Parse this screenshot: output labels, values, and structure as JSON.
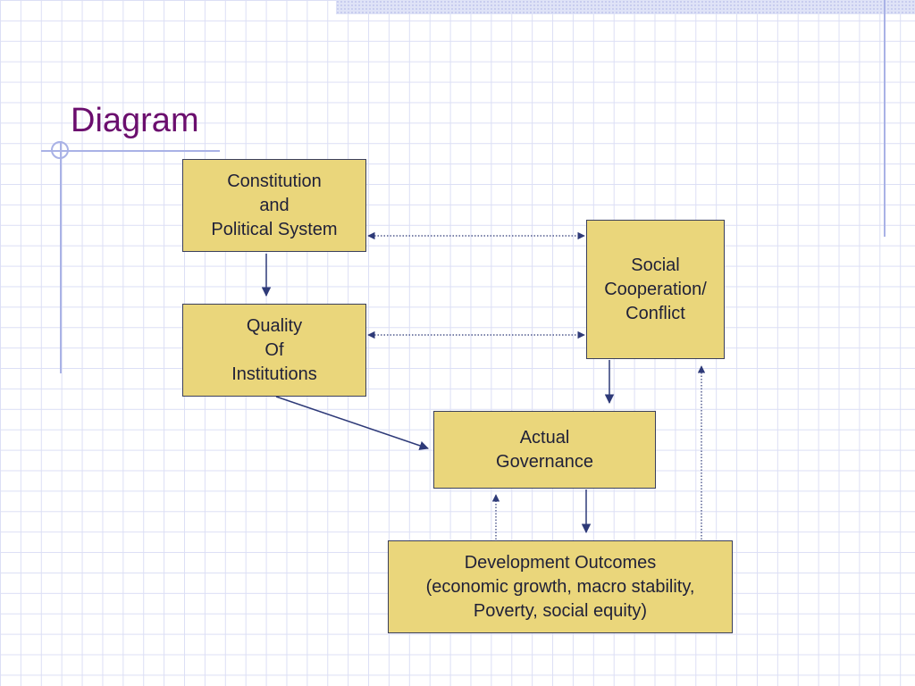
{
  "slide": {
    "title": "Diagram"
  },
  "diagram": {
    "boxes": {
      "constitution": "Constitution\nand\nPolitical System",
      "quality": "Quality\nOf\nInstitutions",
      "social": "Social\nCooperation/\nConflict",
      "actual": "Actual\nGovernance",
      "development": "Development Outcomes\n(economic growth, macro stability,\nPoverty, social equity)"
    }
  },
  "colors": {
    "title": "#6b0e6e",
    "box_fill": "#ead67b",
    "arrow": "#2e3a78",
    "grid": "#dcdff5",
    "accent_lines": "#a9b2e6"
  }
}
